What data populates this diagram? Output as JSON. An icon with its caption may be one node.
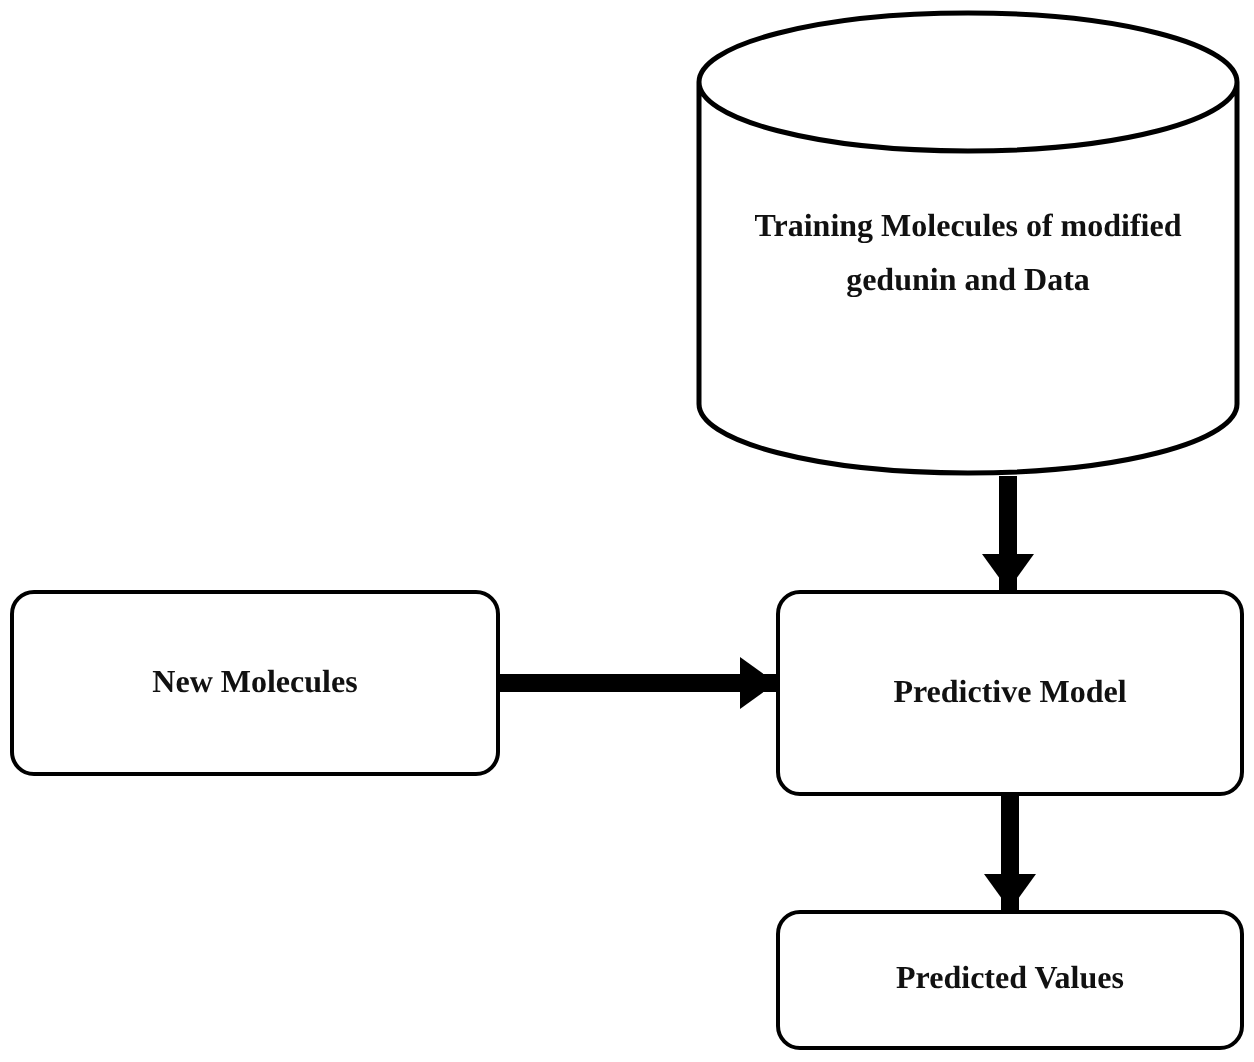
{
  "diagram": {
    "nodes": [
      {
        "text": [
          "Training Molecules of modified gedunin and Data"
        ]
      },
      {
        "text": [
          "New Molecules"
        ]
      },
      {
        "text": [
          "Predictive Model"
        ]
      },
      {
        "text": [
          "Predicted Values"
        ]
      }
    ],
    "edges": [
      {
        "from": 0,
        "to": 2,
        "arrow": "to"
      },
      {
        "from": 1,
        "to": 2,
        "arrow": "to"
      },
      {
        "from": 2,
        "to": 3,
        "arrow": "to"
      }
    ]
  }
}
